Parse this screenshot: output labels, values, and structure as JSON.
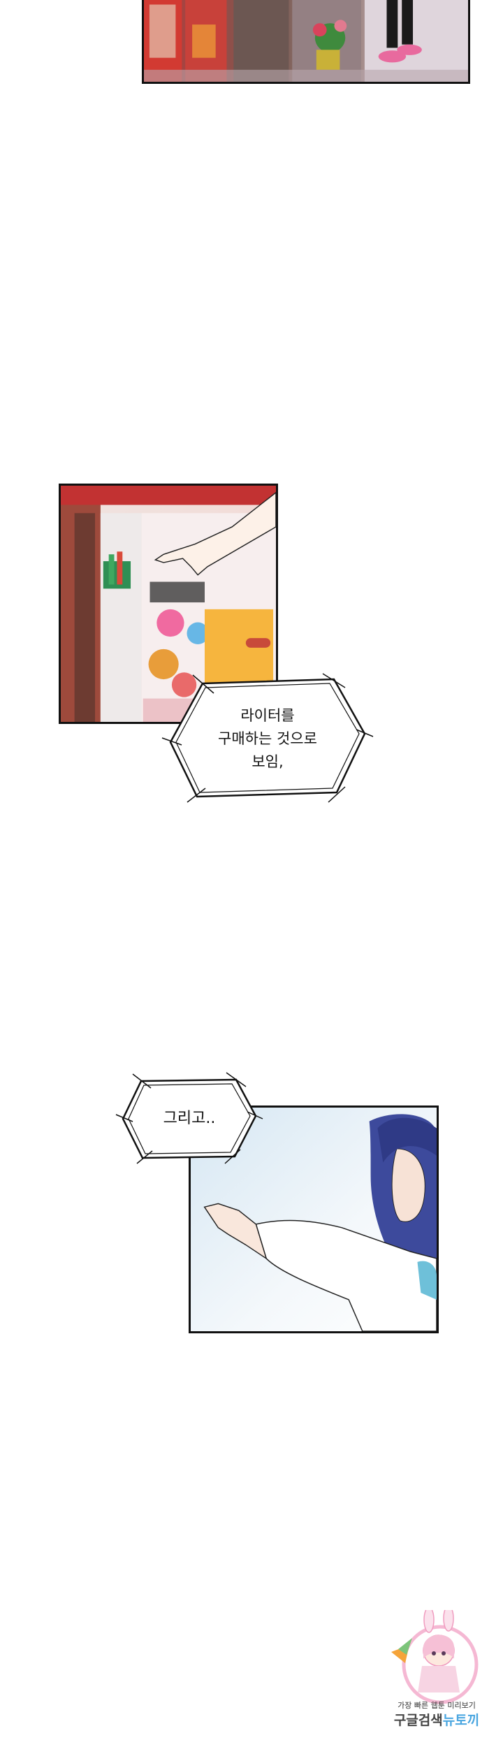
{
  "page": {
    "background": "#ffffff",
    "panel_border_color": "#111111"
  },
  "panels": [
    {
      "id": "panel-1",
      "icon": "store-entrance-illustration"
    },
    {
      "id": "panel-2",
      "icon": "hand-reaching-fridge-illustration"
    },
    {
      "id": "panel-3",
      "icon": "girl-pointing-illustration"
    }
  ],
  "bubbles": [
    {
      "text": "라이터를\n구매하는 것으로\n보임,"
    },
    {
      "text": "그리고.."
    }
  ],
  "watermark": {
    "icon": "bunny-girl-mascot-icon",
    "line1": "가장 빠른 웹툰 미리보기",
    "line2_a": "구글검색",
    "line2_b": "뉴토끼",
    "accent": "#4aa6e0"
  }
}
